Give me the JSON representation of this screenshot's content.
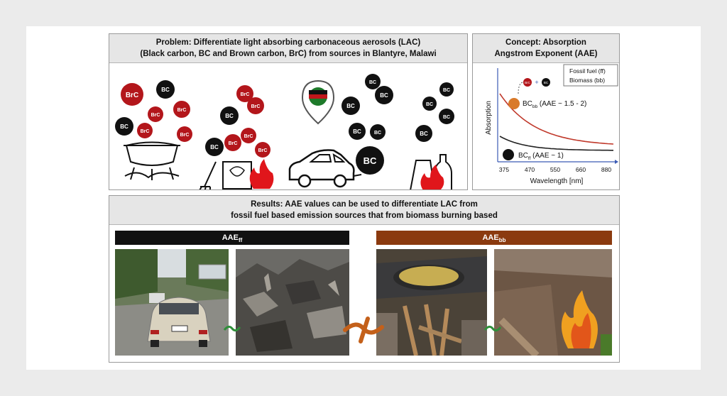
{
  "problem": {
    "title_line1": "Problem: Differentiate light absorbing carbonaceous aerosols (LAC)",
    "title_line2": "(Black carbon, BC and Brown carbon, BrC) from sources in Blantyre, Malawi",
    "bubble_bc": "BC",
    "bubble_brc": "BrC"
  },
  "concept": {
    "title_line1": "Concept: Absorption",
    "title_line2": "Angstrom Exponent (AAE)",
    "legend_ff": "Fossil fuel (ff)",
    "legend_bb": "Biomass (bb)",
    "bc_bb_label": "BC",
    "bc_bb_sub": "bb",
    "bc_bb_note": " (AAE ~ 1.5 - 2)",
    "bc_ff_label": "BC",
    "bc_ff_sub": "ff",
    "bc_ff_note": " (AAE ~ 1)",
    "y_label": "Absorption",
    "x_label": "Wavelength [nm]",
    "x_ticks": [
      "375",
      "470",
      "550",
      "660",
      "880"
    ],
    "mini_bubble_brc": "BrC",
    "mini_bubble_bc": "BC",
    "colors": {
      "bb": "#c0392b",
      "ff": "#222222",
      "axis": "#3b5bb5"
    }
  },
  "results": {
    "title_line1": "Results: AAE values can be used to differentiate LAC from",
    "title_line2": "fossil fuel based emission sources that from biomass burning based",
    "aae_ff_label": "AAE",
    "aae_ff_sub": "ff",
    "aae_bb_label": "AAE",
    "aae_bb_sub": "bb",
    "colors": {
      "ff_bar": "#111111",
      "bb_bar": "#8b3a0f",
      "similar": "#2f8f3a",
      "cross": "#c4601a"
    }
  }
}
